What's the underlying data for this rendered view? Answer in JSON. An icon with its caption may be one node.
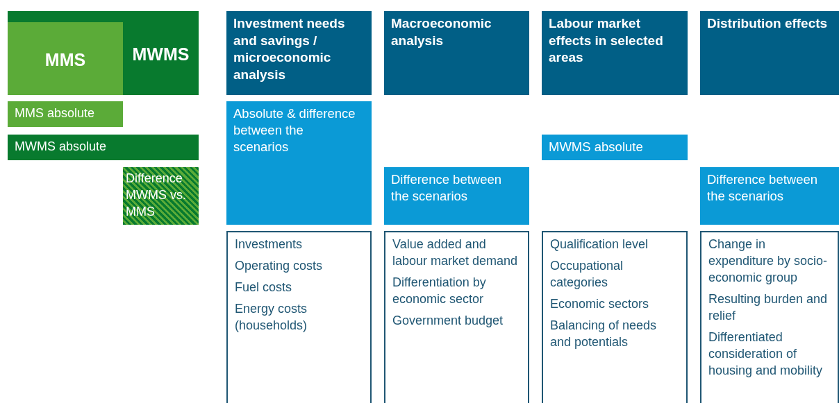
{
  "diagram": {
    "nodes": [
      {
        "text": [
          "MWMS"
        ]
      },
      {
        "text": [
          "MMS"
        ],
        "in": 0
      },
      {
        "text": [
          "MMS absolute"
        ]
      },
      {
        "text": [
          "MWMS absolute"
        ]
      },
      {
        "text": [
          "Difference MWMS vs. MMS"
        ]
      },
      {
        "text": [
          "Investment needs and savings / microeconomic analysis"
        ]
      },
      {
        "text": [
          "Macroeconomic analysis"
        ]
      },
      {
        "text": [
          "Labour market effects in selected areas"
        ]
      },
      {
        "text": [
          "Distribution effects"
        ]
      },
      {
        "text": [
          "Absolute & difference between the scenarios"
        ]
      },
      {
        "text": [
          "Difference between the scenarios"
        ]
      },
      {
        "text": [
          "MWMS absolute"
        ]
      },
      {
        "text": [
          "Difference between the scenarios"
        ]
      },
      {
        "text": [
          "Investments",
          "Operating costs",
          "Fuel costs",
          "Energy costs (households)"
        ]
      },
      {
        "text": [
          "Value added and labour market demand",
          "Differentiation by economic sector",
          "Government budget"
        ]
      },
      {
        "text": [
          "Qualification level",
          "Occupational categories",
          "Economic sectors",
          "Balancing of needs and potentials"
        ]
      },
      {
        "text": [
          "Change in expenditure by socio-economic group",
          "Resulting burden and relief",
          "Differentiated consideration of housing and mobility"
        ]
      }
    ]
  }
}
